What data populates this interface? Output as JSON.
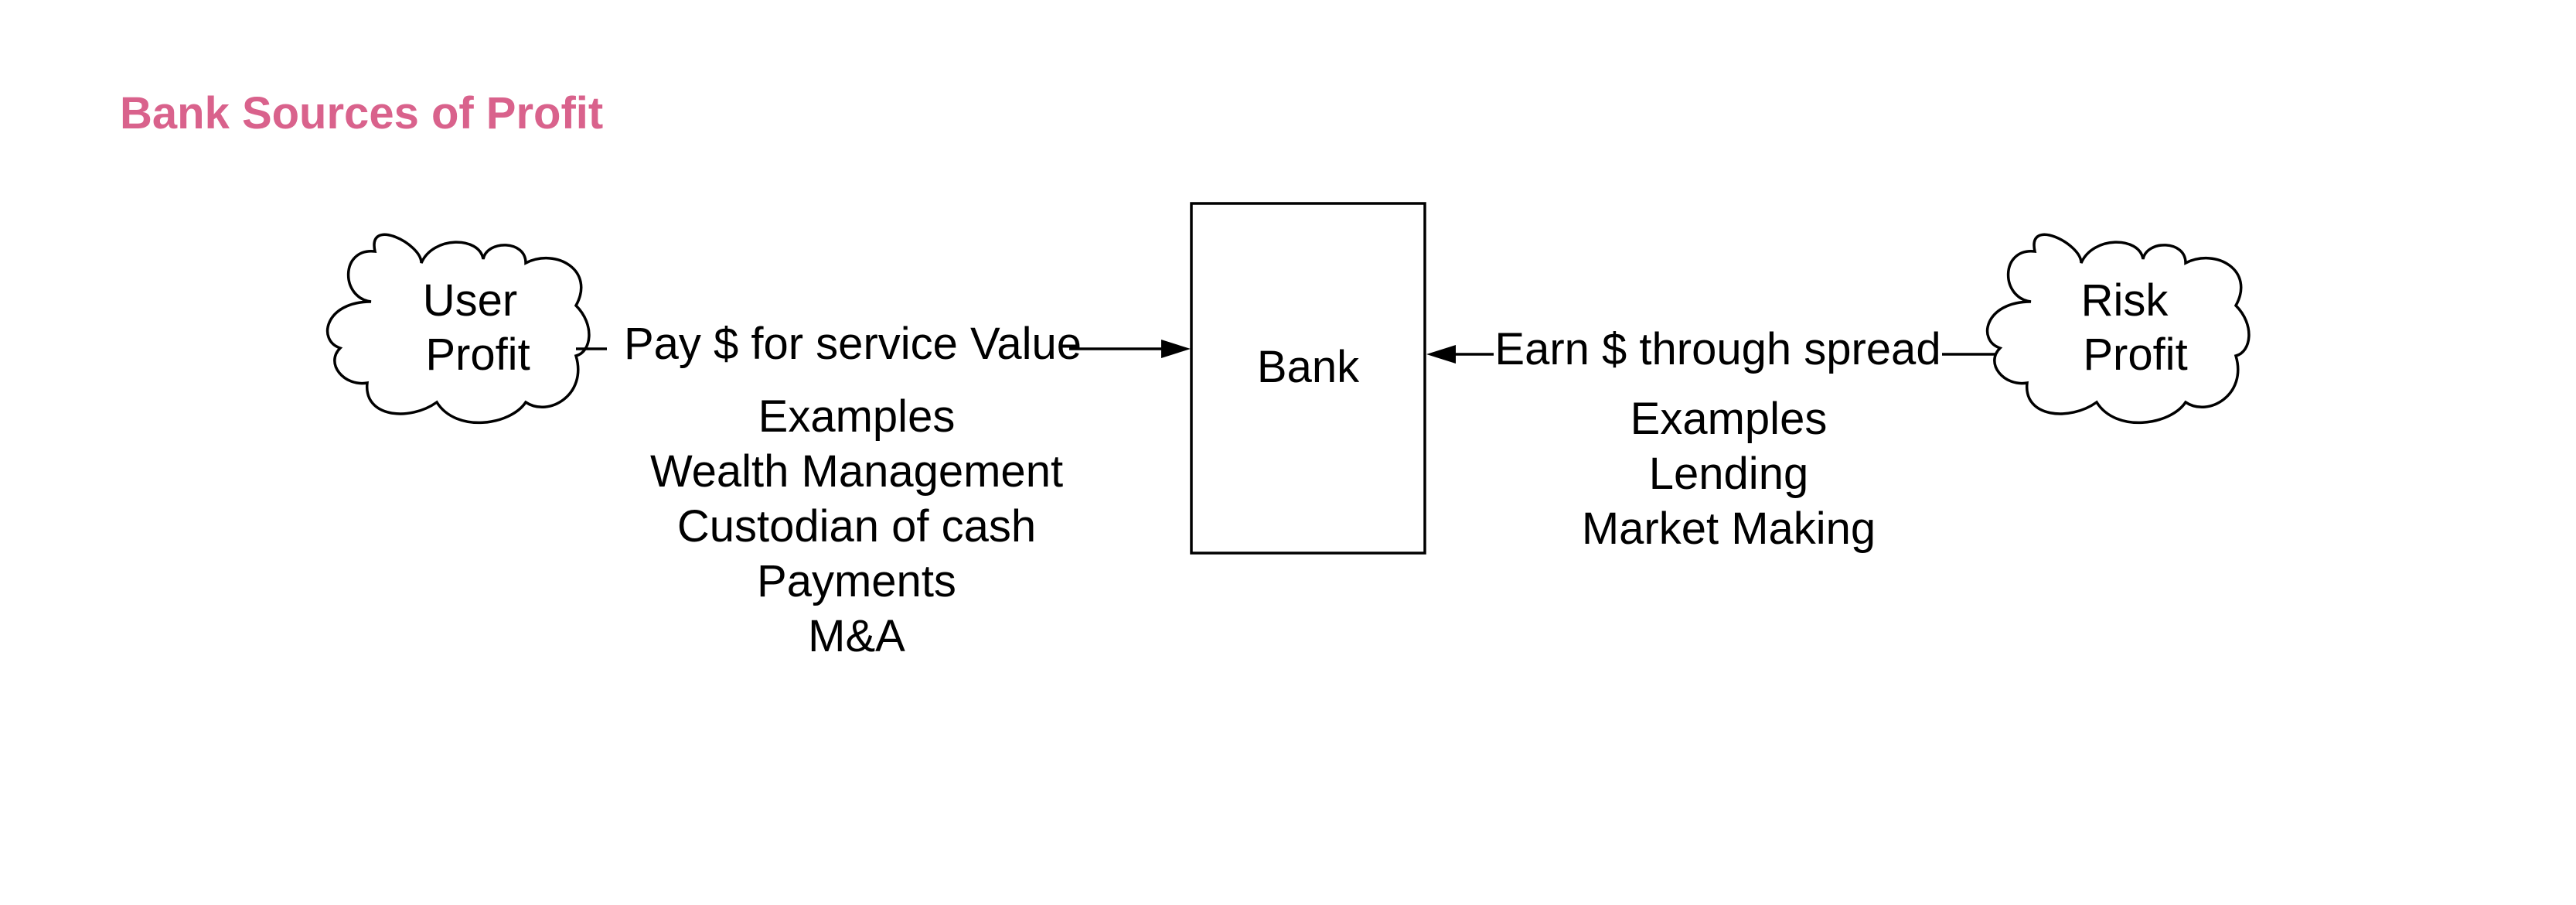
{
  "title": "Bank Sources of Profit",
  "colors": {
    "title": "#d9628c",
    "stroke": "#000000",
    "background": "#ffffff"
  },
  "nodes": {
    "user_profit": {
      "lines": [
        "User",
        "Profit"
      ]
    },
    "bank": {
      "label": "Bank"
    },
    "risk_profit": {
      "lines": [
        "Risk",
        "Profit"
      ]
    }
  },
  "edges": {
    "left": {
      "label": "Pay $ for service Value"
    },
    "right": {
      "label": "Earn $ through spread"
    }
  },
  "examples": {
    "left": [
      "Examples",
      "Wealth Management",
      "Custodian of cash",
      "Payments",
      "M&A"
    ],
    "right": [
      "Examples",
      "Lending",
      "Market Making"
    ]
  }
}
